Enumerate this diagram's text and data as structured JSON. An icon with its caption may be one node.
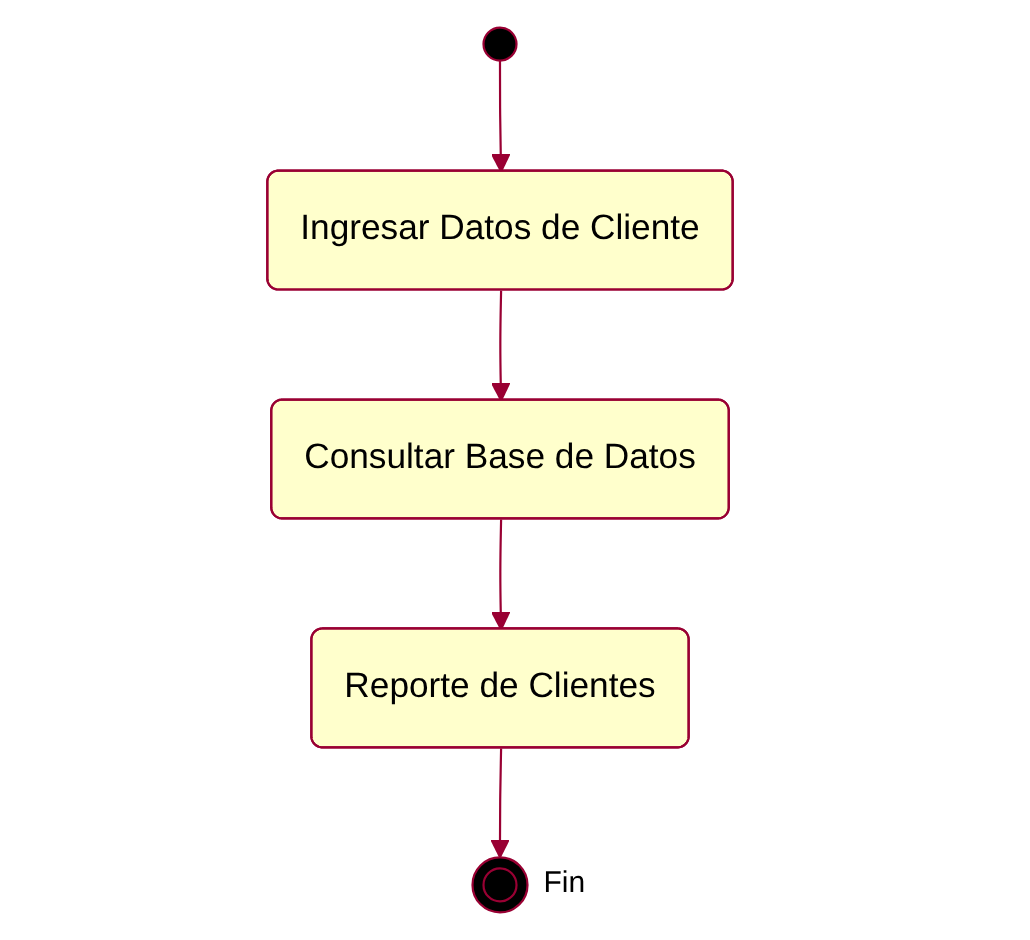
{
  "diagram": {
    "nodes": [
      {
        "text": [],
        "shape": "circle"
      },
      {
        "text": [
          "Ingresar Datos de Cliente"
        ]
      },
      {
        "text": [
          "Consultar Base de Datos"
        ]
      },
      {
        "text": [
          "Reporte de Clientes"
        ]
      },
      {
        "text": [],
        "shape": "circle",
        "beside": [
          "Fin"
        ]
      }
    ],
    "edges": [
      {
        "from": 0,
        "to": 1,
        "arrow": "to"
      },
      {
        "from": 1,
        "to": 2,
        "arrow": "to"
      },
      {
        "from": 2,
        "to": 3,
        "arrow": "to"
      },
      {
        "from": 3,
        "to": 4,
        "arrow": "to"
      }
    ]
  }
}
